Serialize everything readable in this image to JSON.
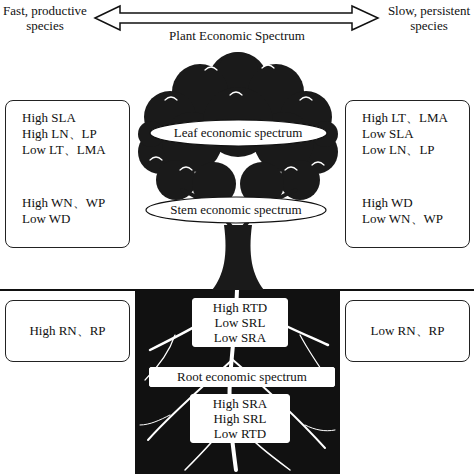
{
  "diagram": {
    "nodes": [
      {
        "text": [
          "High SLA",
          "High LN、LP",
          "Low LT、LMA",
          "High WN、WP",
          "Low WD"
        ]
      },
      {
        "text": [
          "Leaf economic spectrum"
        ]
      },
      {
        "text": [
          "High LT、LMA",
          "Low SLA",
          "Low LN、LP",
          "High WD",
          "Low WN、WP"
        ]
      },
      {
        "text": [
          "Stem economic spectrum"
        ]
      },
      {
        "text": [
          "High RTD",
          "Low SRL",
          "Low SRA"
        ]
      },
      {
        "text": [
          "High RN、RP"
        ]
      },
      {
        "text": [
          "Root economic spectrum"
        ]
      },
      {
        "text": [
          "Low RN、RP"
        ]
      },
      {
        "text": [
          "High SRA",
          "High SRL",
          "Low RTD"
        ]
      }
    ],
    "labels": [
      "Fast, productive species",
      "Plant Economic Spectrum",
      "Slow, persistent species"
    ]
  }
}
